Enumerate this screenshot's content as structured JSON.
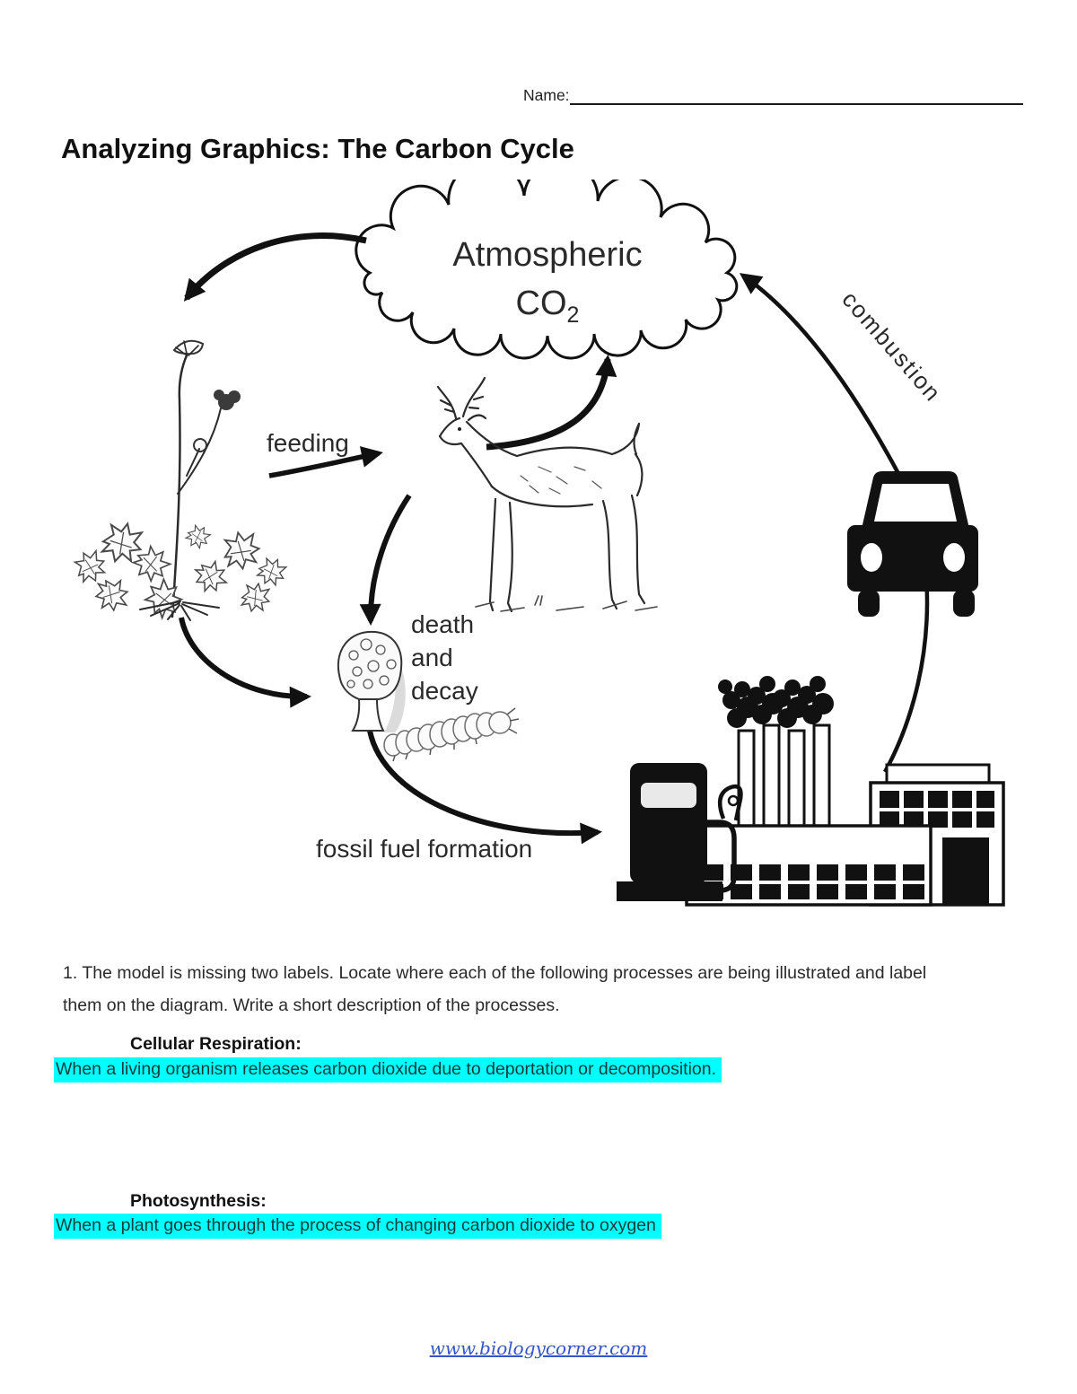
{
  "header": {
    "name_label": "Name:"
  },
  "title": "Analyzing Graphics: The Carbon Cycle",
  "diagram": {
    "cloud": {
      "line1": "Atmospheric",
      "formula": "CO",
      "subscript": "2"
    },
    "labels": {
      "feeding": "feeding",
      "death1": "death",
      "death2": "and",
      "death3": "decay",
      "fossil_fuel": "fossil fuel formation",
      "combustion": "combustion"
    },
    "icons": [
      "plant",
      "deer",
      "mushroom",
      "caterpillar",
      "gas-pump",
      "factory",
      "car",
      "co2-cloud"
    ]
  },
  "question": {
    "text": "1. The model is missing two labels. Locate where each of the following processes are being illustrated and label them on the diagram. Write a short description of the processes."
  },
  "answers": [
    {
      "label": "Cellular Respiration:",
      "text": "When a living organism releases carbon dioxide due to deportation or decomposition."
    },
    {
      "label": "Photosynthesis:",
      "text": "When a plant goes through the process of changing carbon dioxide to oxygen"
    }
  ],
  "footer": {
    "link": "www.biologycorner.com"
  },
  "colors": {
    "highlight": "#00ffff",
    "link": "#3355cc"
  }
}
